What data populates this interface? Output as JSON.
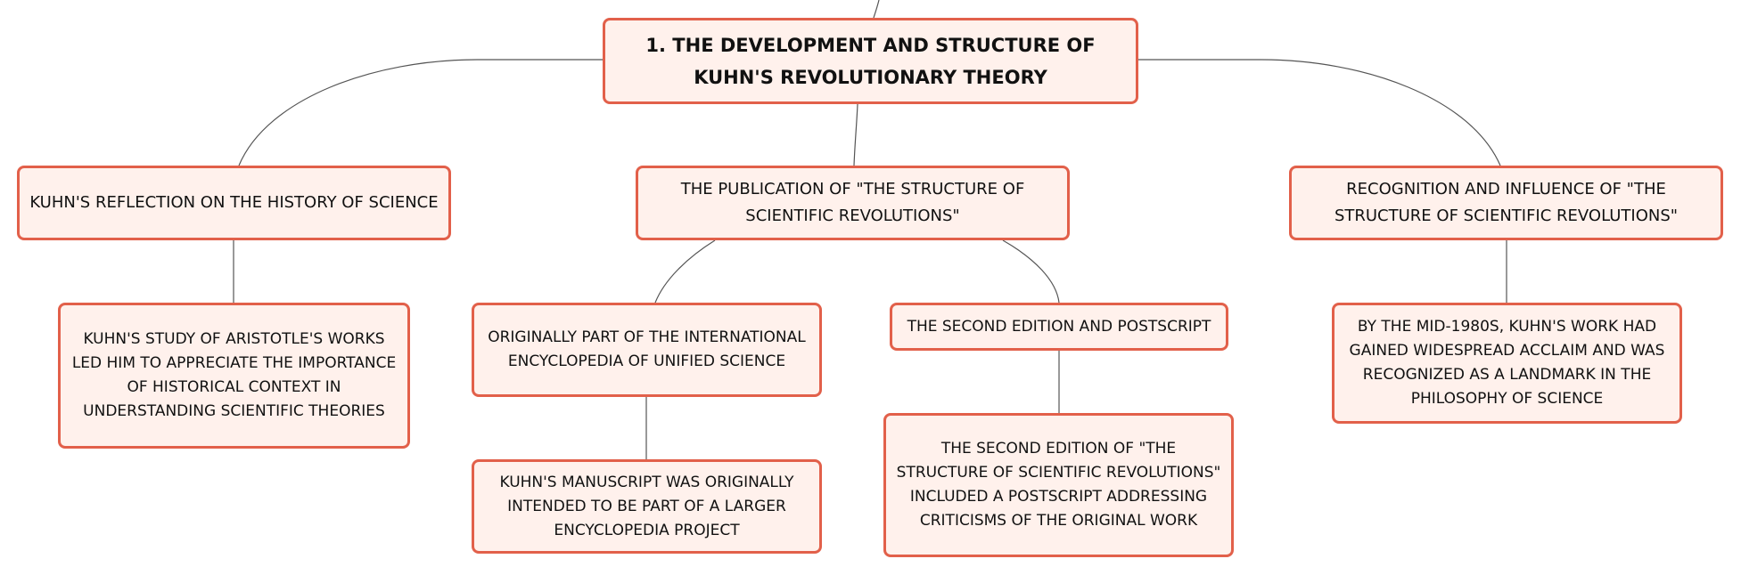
{
  "mindmap": {
    "root": {
      "label": "1. THE DEVELOPMENT AND STRUCTURE OF KUHN'S REVOLUTIONARY THEORY"
    },
    "branches": [
      {
        "label": "KUHN'S REFLECTION ON THE HISTORY OF SCIENCE",
        "children": [
          {
            "label": "KUHN'S STUDY OF ARISTOTLE'S WORKS LED HIM TO APPRECIATE THE IMPORTANCE OF HISTORICAL CONTEXT IN UNDERSTANDING SCIENTIFIC THEORIES"
          }
        ]
      },
      {
        "label": "THE PUBLICATION OF \"THE STRUCTURE OF SCIENTIFIC REVOLUTIONS\"",
        "children": [
          {
            "label": "ORIGINALLY PART OF THE INTERNATIONAL ENCYCLOPEDIA OF UNIFIED SCIENCE",
            "children": [
              {
                "label": "KUHN'S MANUSCRIPT WAS ORIGINALLY INTENDED TO BE PART OF A LARGER ENCYCLOPEDIA PROJECT"
              }
            ]
          },
          {
            "label": "THE SECOND EDITION AND POSTSCRIPT",
            "children": [
              {
                "label": "THE SECOND EDITION OF \"THE STRUCTURE OF SCIENTIFIC REVOLUTIONS\" INCLUDED A POSTSCRIPT ADDRESSING CRITICISMS OF THE ORIGINAL WORK"
              }
            ]
          }
        ]
      },
      {
        "label": "RECOGNITION AND INFLUENCE OF \"THE STRUCTURE OF SCIENTIFIC REVOLUTIONS\"",
        "children": [
          {
            "label": "BY THE MID-1980S, KUHN'S WORK HAD GAINED WIDESPREAD ACCLAIM AND WAS RECOGNIZED AS A LANDMARK IN THE PHILOSOPHY OF SCIENCE"
          }
        ]
      }
    ]
  },
  "colors": {
    "node_fill": "#fff1ec",
    "node_border": "#e2604a",
    "connector": "#555555",
    "text": "#111111"
  }
}
